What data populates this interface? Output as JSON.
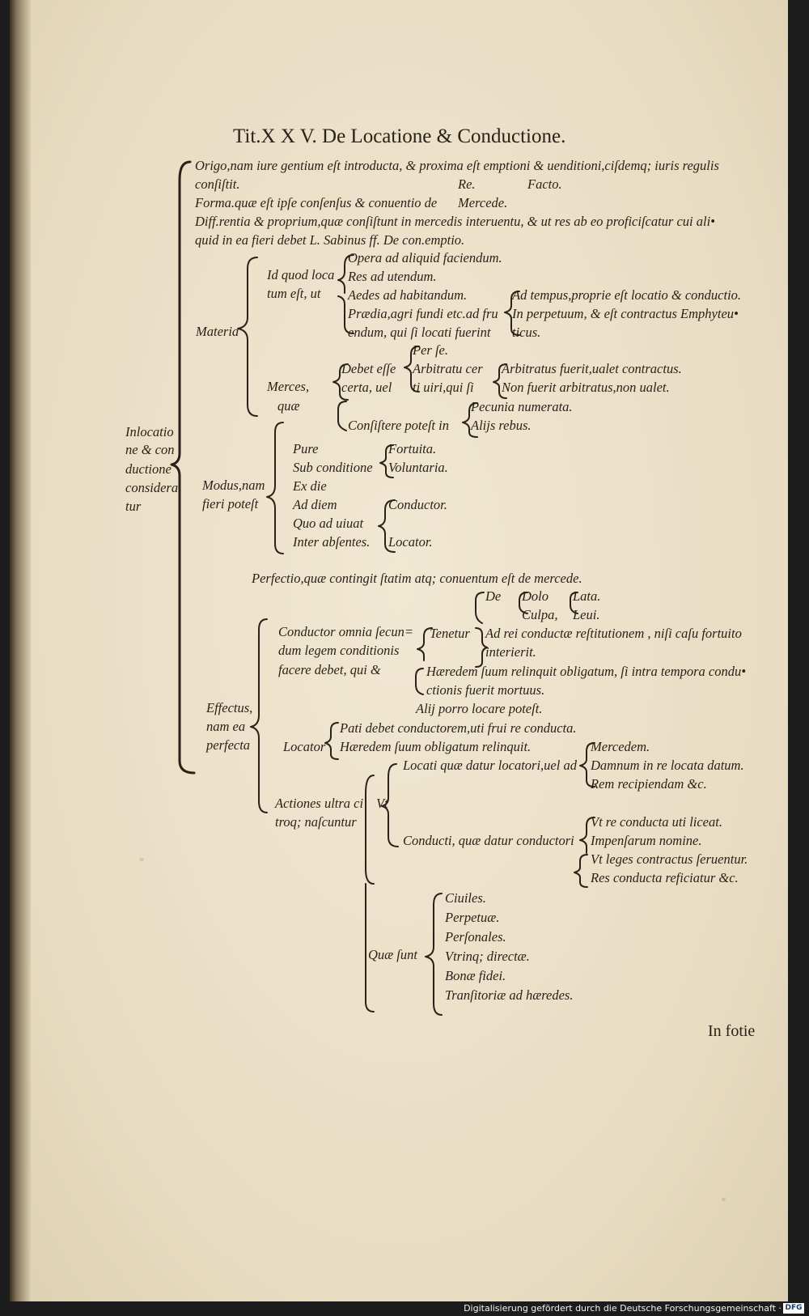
{
  "title": "Tit.X X V. De Locatione & Conductione.",
  "catchword": "In fotie",
  "footer": "Digitalisierung gefördert durch die Deutsche Forschungsgemeinschaft ·",
  "footer_logo": "DFG",
  "root": [
    "Inlocatio",
    "ne & con",
    "ductione",
    "considera",
    "tur"
  ],
  "lines": {
    "origo1": "Origo,nam iure gentium eſt introducta, & proxima eſt emptioni & uenditioni,ciſdemq; iuris regulis",
    "origo2": "conſiſtit.",
    "re": "Re.",
    "facto": "Facto.",
    "forma": "Forma.quæ eſt ipſe conſenſus & conuentio de",
    "mercede": "Mercede.",
    "diff1": "Diff.rentia & proprium,quæ conſiſtunt in mercedis interuentu, & ut res ab eo proficiſcatur cui ali•",
    "diff2": "quid in ea fieri debet L. Sabinus ff. De con.emptio.",
    "materia": "Materia",
    "idquod1": "Id quod loca",
    "idquod2": "tum eſt, ut",
    "opera": "Opera ad aliquid faciendum.",
    "resad": "Res ad utendum.",
    "aedes": "Aedes ad habitandum.",
    "praedia1": "Prædia,agri fundi etc.ad fru",
    "praedia2": "endum, qui ſi locati fuerint",
    "adtempus": "Ad tempus,proprie eſt locatio & conductio.",
    "inperp": "In perpetuum, & eſt contractus Emphyteu•",
    "ticus": "ticus.",
    "merces1": "Merces,",
    "merces2": "quæ",
    "debet1": "Debet eſſe",
    "debet2": "certa, uel",
    "perse": "Per ſe.",
    "arbitratu1": "Arbitratu cer",
    "arbitratu2": "ti uiri,qui ſi",
    "arbfuerit": "Arbitratus fuerit,ualet contractus.",
    "nonfuerit": "Non fuerit arbitratus,non ualet.",
    "consistere": "Conſiſtere poteſt in",
    "pecunia": "Pecunia numerata.",
    "alijs": "Alijs rebus.",
    "modus1": "Modus,nam",
    "modus2": "fieri poteſt",
    "pure": "Pure",
    "subcond": "Sub conditione",
    "fortuita": "Fortuita.",
    "voluntaria": "Voluntaria.",
    "exdie": "Ex die",
    "addiem": "Ad diem",
    "quoad": "Quo ad uiuat",
    "inter": "Inter abſentes.",
    "conductor": "Conductor.",
    "locator": "Locator.",
    "perfectio": "Perfectio,quæ contingit ſtatim atq; conuentum eſt de mercede.",
    "effectus1": "Effectus,",
    "effectus2": "nam ea",
    "effectus3": "perfecta",
    "condomnia1": "Conductor omnia ſecun=",
    "condomnia2": "dum legem conditionis",
    "condomnia3": "facere debet, qui &",
    "de": "De",
    "dolo": "Dolo",
    "culpa": "Culpa,",
    "lata": "Lata.",
    "leui": "Leui.",
    "tenetur": "Tenetur",
    "adrei1": "Ad rei conductæ reſtitutionem , niſi caſu fortuito",
    "adrei2": "interierit.",
    "haeredem1": "Hæredem ſuum relinquit obligatum, ſi intra tempora condu•",
    "haeredem2": "ctionis fuerit mortuus.",
    "alij": "Alij porro locare poteſt.",
    "locatorlbl": "Locator",
    "pati": "Pati debet conductorem,uti frui re conducta.",
    "haeredemobl": "Hæredem ſuum obligatum relinquit.",
    "actiones1": "Actiones ultra ci",
    "actiones2": "troq; naſcuntur",
    "vt": "Vt",
    "locati": "Locati quæ datur locatori,uel ad",
    "mercedem": "Mercedem.",
    "damnum": "Damnum in re locata datum.",
    "rem": "Rem recipiendam &c.",
    "conducti": "Conducti, quæ datur conductori",
    "vtre": "Vt re conducta uti liceat.",
    "impensarum": "Impenſarum nomine.",
    "vtleges": "Vt leges contractus ſeruentur.",
    "resconducta": "Res conducta reficiatur &c.",
    "quaesunt": "Quæ ſunt",
    "ciuiles": "Ciuiles.",
    "perpetuae": "Perpetuæ.",
    "personales": "Perſonales.",
    "vtrinq": "Vtrinq; directæ.",
    "bonae": "Bonæ fidei.",
    "transitoriae": "Tranſitoriæ ad hæredes."
  }
}
